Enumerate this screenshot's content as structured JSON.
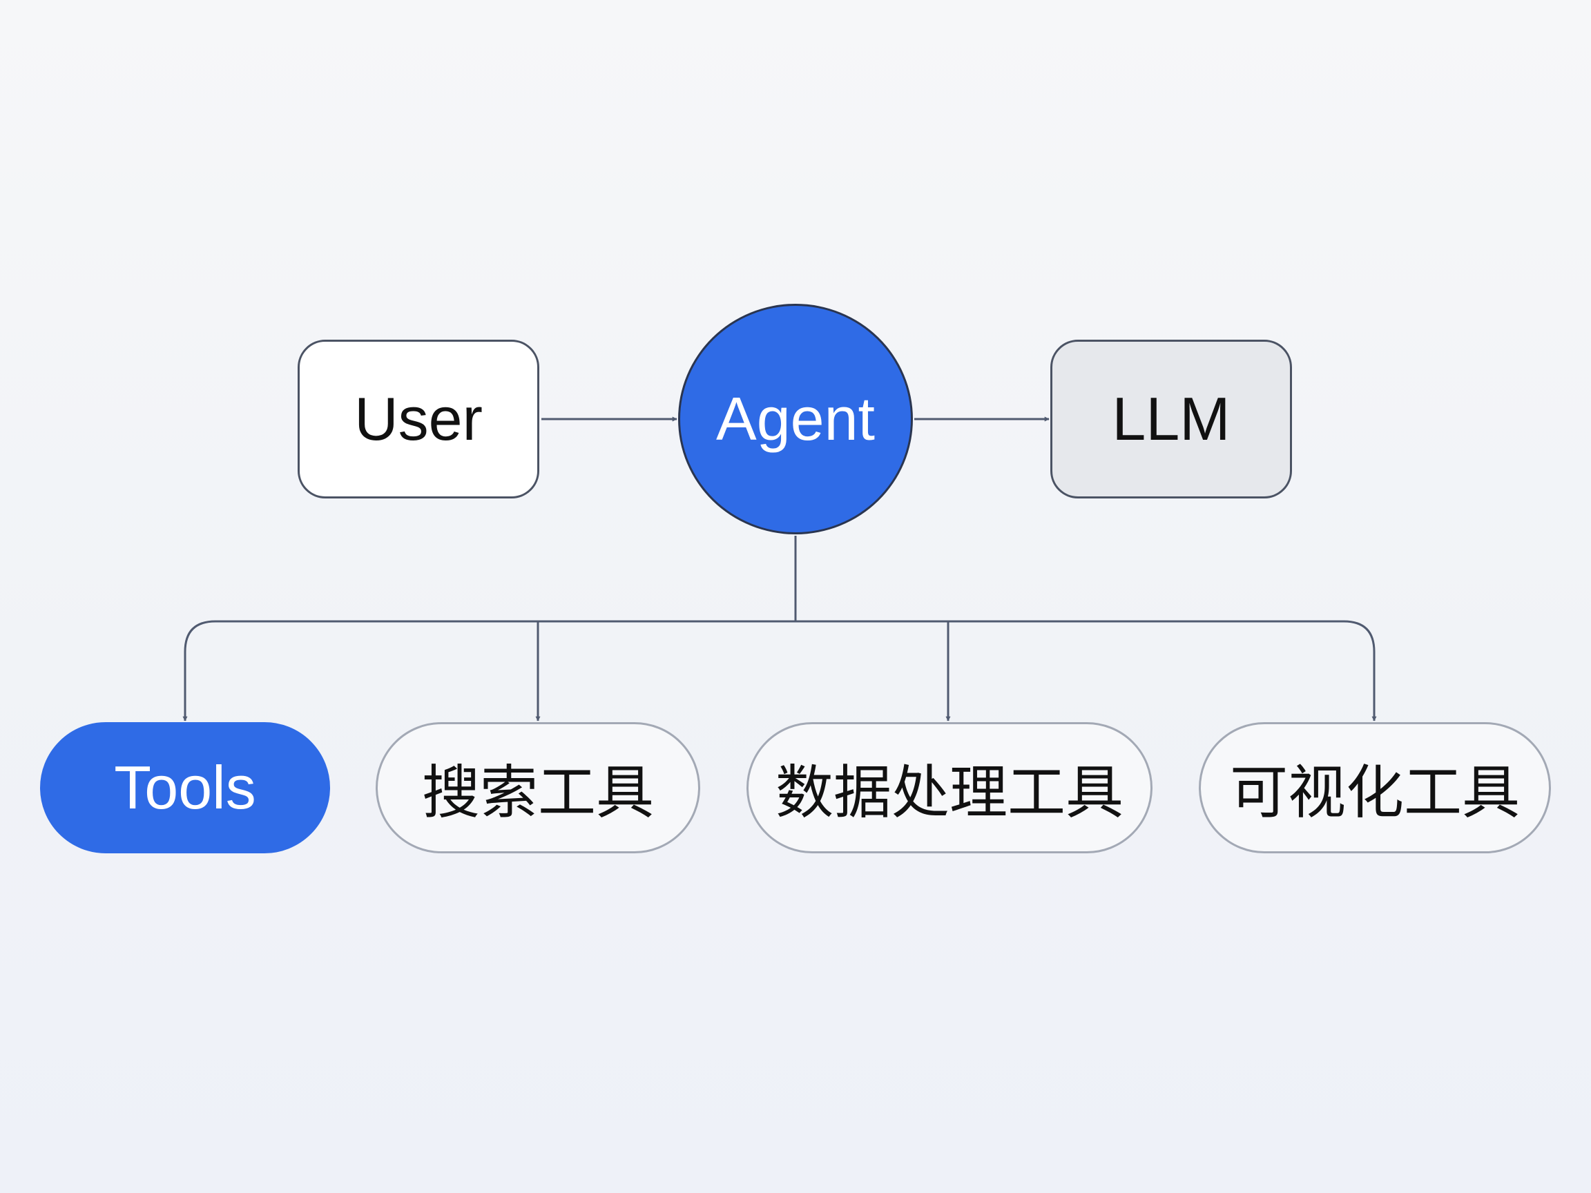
{
  "nodes": {
    "user": "User",
    "agent": "Agent",
    "llm": "LLM",
    "tools": "Tools",
    "search_tool": "搜索工具",
    "data_tool": "数据处理工具",
    "viz_tool": "可视化工具"
  },
  "colors": {
    "accent_blue": "#2f6be6",
    "node_border": "#4b5364",
    "llm_fill": "#e6e8ec",
    "connector": "#505a70",
    "pill_border": "#a3a9b5"
  },
  "icons": [
    "arrowhead"
  ]
}
